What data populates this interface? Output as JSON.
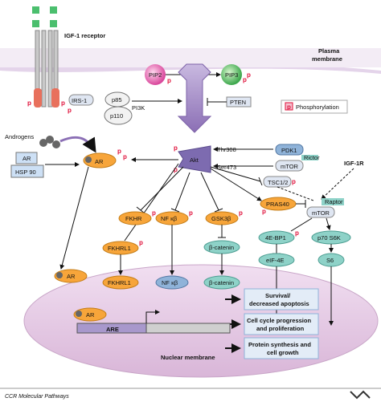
{
  "labels": {
    "igf1_receptor": "IGF-1 receptor",
    "plasma_membrane_1": "Plasma",
    "plasma_membrane_2": "membrane",
    "pip2": "PIP2",
    "pip3": "PIP3",
    "irs1": "IRS-1",
    "p85": "p85",
    "p110": "p110",
    "pi3k": "PI3K",
    "pten": "PTEN",
    "phosphorylation": "Phosphorylation",
    "p": "p",
    "androgens": "Androgens",
    "ar": "AR",
    "hsp90": "HSP 90",
    "akt": "Akt",
    "thr308": "Thr308",
    "ser473": "Ser473",
    "pdk1": "PDK1",
    "mtor": "mTOR",
    "rictor": "Rictor",
    "tsc12": "TSC1/2",
    "igf1r": "IGF-1R",
    "pras40": "PRAS40",
    "raptor": "Raptor",
    "fkhr": "FKHR",
    "nfkb": "NF κβ",
    "gsk3b": "GSK3β",
    "fkhrl1": "FKHRL1",
    "bcatenin": "β-catenin",
    "ebp1": "4E-BP1",
    "p70s6k": "p70 S6K",
    "eif4e": "eIF-4E",
    "s6": "S6",
    "survival_1": "Survival/",
    "survival_2": "decreased apoptosis",
    "cellcycle_1": "Cell cycle progression",
    "cellcycle_2": "and proliferation",
    "protein_1": "Protein synthesis and",
    "protein_2": "cell growth",
    "are": "ARE",
    "nuclear_membrane": "Nuclear membrane",
    "footer": "CCR Molecular Pathways"
  },
  "colors": {
    "orange_node": "#f7a53a",
    "blue_node": "#8fb3d9",
    "teal_node": "#8ed2c8",
    "purple_akt": "#7d6bb0",
    "pink_membrane": "#e7cde6",
    "red_p": "#e0103a"
  }
}
